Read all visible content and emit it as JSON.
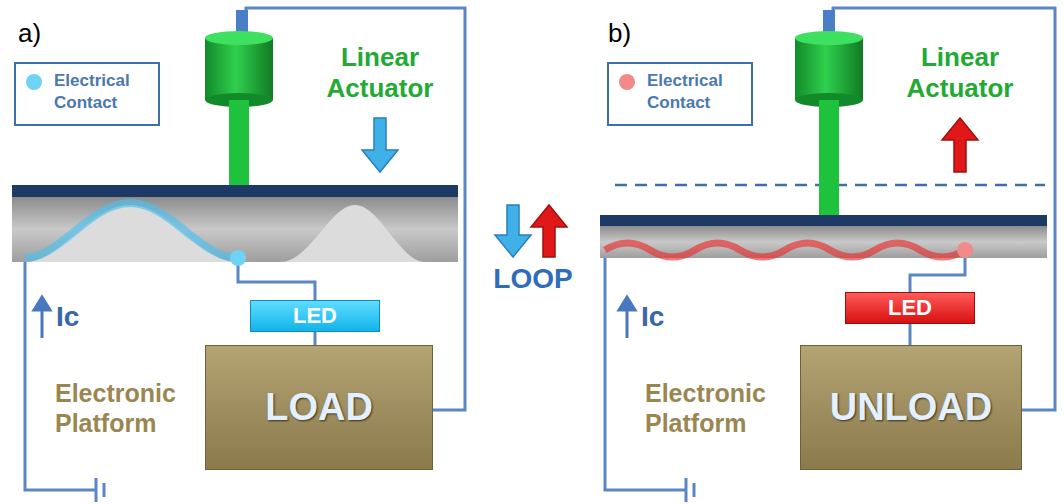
{
  "diagram": {
    "nodes": [
      {
        "text": [
          "LED"
        ]
      },
      {
        "text": [
          "LOAD"
        ]
      },
      {
        "text": [
          "LED"
        ]
      },
      {
        "text": [
          "UNLOAD"
        ]
      }
    ],
    "edges": [
      {
        "from": 0,
        "to": 1,
        "arrow": "none"
      },
      {
        "from": 2,
        "to": 3,
        "arrow": "none"
      }
    ],
    "labels": [
      "a)",
      "Linear Actuator",
      "Ic",
      "Electronic Platform",
      "b)",
      "Linear Actuator",
      "Ic",
      "Electronic Platform",
      "LOOP"
    ],
    "legend": [
      {
        "text": "Electrical Contact",
        "color": "#6fd3f5"
      },
      {
        "text": "Electrical Contact",
        "color": "#f28a8a"
      }
    ]
  }
}
